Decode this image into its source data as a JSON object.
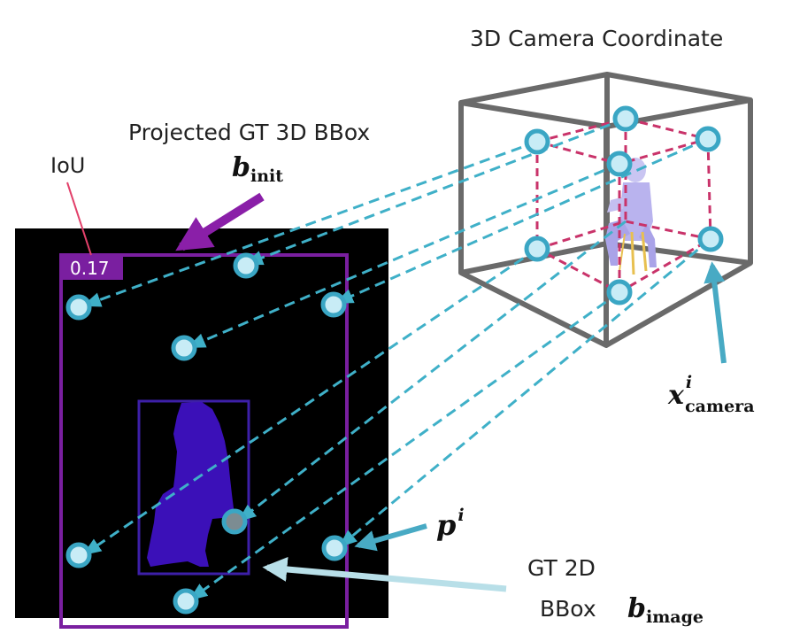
{
  "labels": {
    "camera_title": "3D Camera Coordinate",
    "projected_title": "Projected GT 3D BBox",
    "iou_title": "IoU",
    "iou_value": "0.17",
    "gt2d_line1": "GT 2D",
    "gt2d_line2": "BBox"
  },
  "math": {
    "b_init": {
      "base": "b",
      "sub": "init"
    },
    "x_camera": {
      "base": "x",
      "sup": "i",
      "sub": "camera"
    },
    "p_i": {
      "base": "p",
      "sup": "i"
    },
    "b_image": {
      "base": "b",
      "sub": "image"
    }
  },
  "colors": {
    "image_bg": "#000000",
    "projected_box": "#7a1fa0",
    "gt2d_box": "#3d1fa8",
    "silhouette": "#3b10b8",
    "point_fill": "#c8ecf6",
    "point_ring": "#3aa6c4",
    "dashed_projection": "#3fb0c8",
    "cube_outer": "#6a6a6a",
    "cube_inner": "#c9336a",
    "iou_line": "#e2406a",
    "b_init_arrow": "#8a1fa8",
    "x_camera_arrow": "#48aac4",
    "p_i_arrow": "#48aac4",
    "b_image_arrow": "#b8dfe8"
  }
}
